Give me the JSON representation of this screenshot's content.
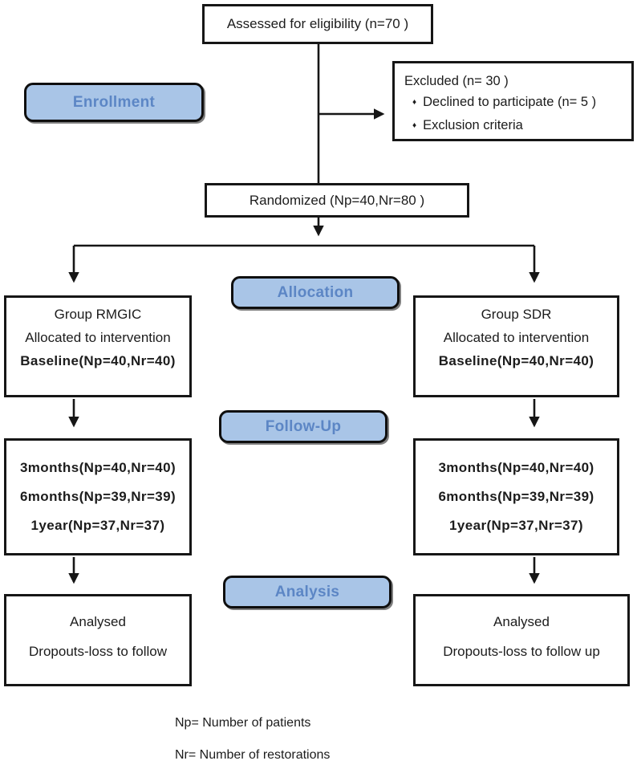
{
  "flow": {
    "assessed": {
      "text": "Assessed for eligibility (n=70  )"
    },
    "excluded": {
      "title": "Excluded  (n= 30  )",
      "bullet": "♦",
      "bullets": [
        "Declined to participate (n= 5 )",
        "Exclusion criteria"
      ]
    },
    "stages": {
      "enrollment": "Enrollment",
      "allocation": "Allocation",
      "followup": "Follow-Up",
      "analysis": "Analysis"
    },
    "randomized": {
      "text": "Randomized (Np=40,Nr=80 )"
    },
    "left_group": {
      "lines": [
        "Group RMGIC",
        "Allocated to intervention",
        "Baseline(Np=40,Nr=40)"
      ]
    },
    "right_group": {
      "lines": [
        "Group SDR",
        "Allocated to intervention",
        "Baseline(Np=40,Nr=40)"
      ]
    },
    "left_followup": {
      "lines": [
        "3months(Np=40,Nr=40)",
        "6months(Np=39,Nr=39)",
        "1year(Np=37,Nr=37)"
      ]
    },
    "right_followup": {
      "lines": [
        "3months(Np=40,Nr=40)",
        "6months(Np=39,Nr=39)",
        "1year(Np=37,Nr=37)"
      ]
    },
    "left_analysis": {
      "lines": [
        "Analysed",
        "Dropouts-loss to follow"
      ]
    },
    "right_analysis": {
      "lines": [
        "Analysed",
        "Dropouts-loss to follow up"
      ]
    },
    "legend": {
      "line1": "Np= Number of patients",
      "line2": "Nr= Number of restorations"
    },
    "colors": {
      "stage_fill": "#a9c5e7",
      "stage_text": "#5c86c5",
      "line_color": "#161616"
    }
  }
}
